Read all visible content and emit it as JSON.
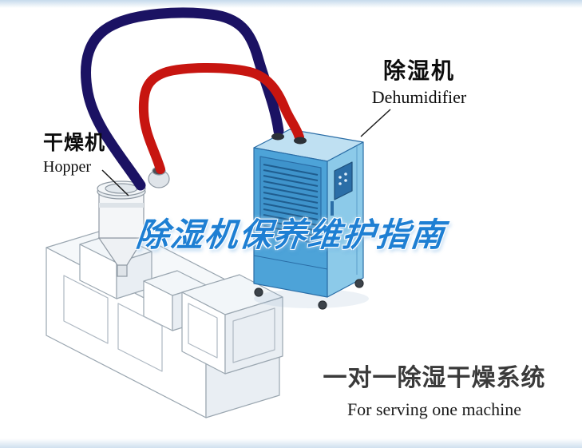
{
  "labels": {
    "hopper": {
      "cn": "干燥机",
      "en": "Hopper"
    },
    "dehumidifier": {
      "cn": "除湿机",
      "en": "Dehumidifier"
    }
  },
  "title": "除湿机保养维护指南",
  "caption": {
    "cn": "一对一除湿干燥系统",
    "en": "For serving one machine"
  },
  "colors": {
    "pipe_blue": "#1b1263",
    "pipe_red": "#c71510",
    "cabinet_front": "#4da3d8",
    "cabinet_side": "#8ccae9",
    "cabinet_top": "#bfe0f2",
    "title_blue": "#1e7fd3",
    "caption_gray": "#3a3a3a"
  }
}
